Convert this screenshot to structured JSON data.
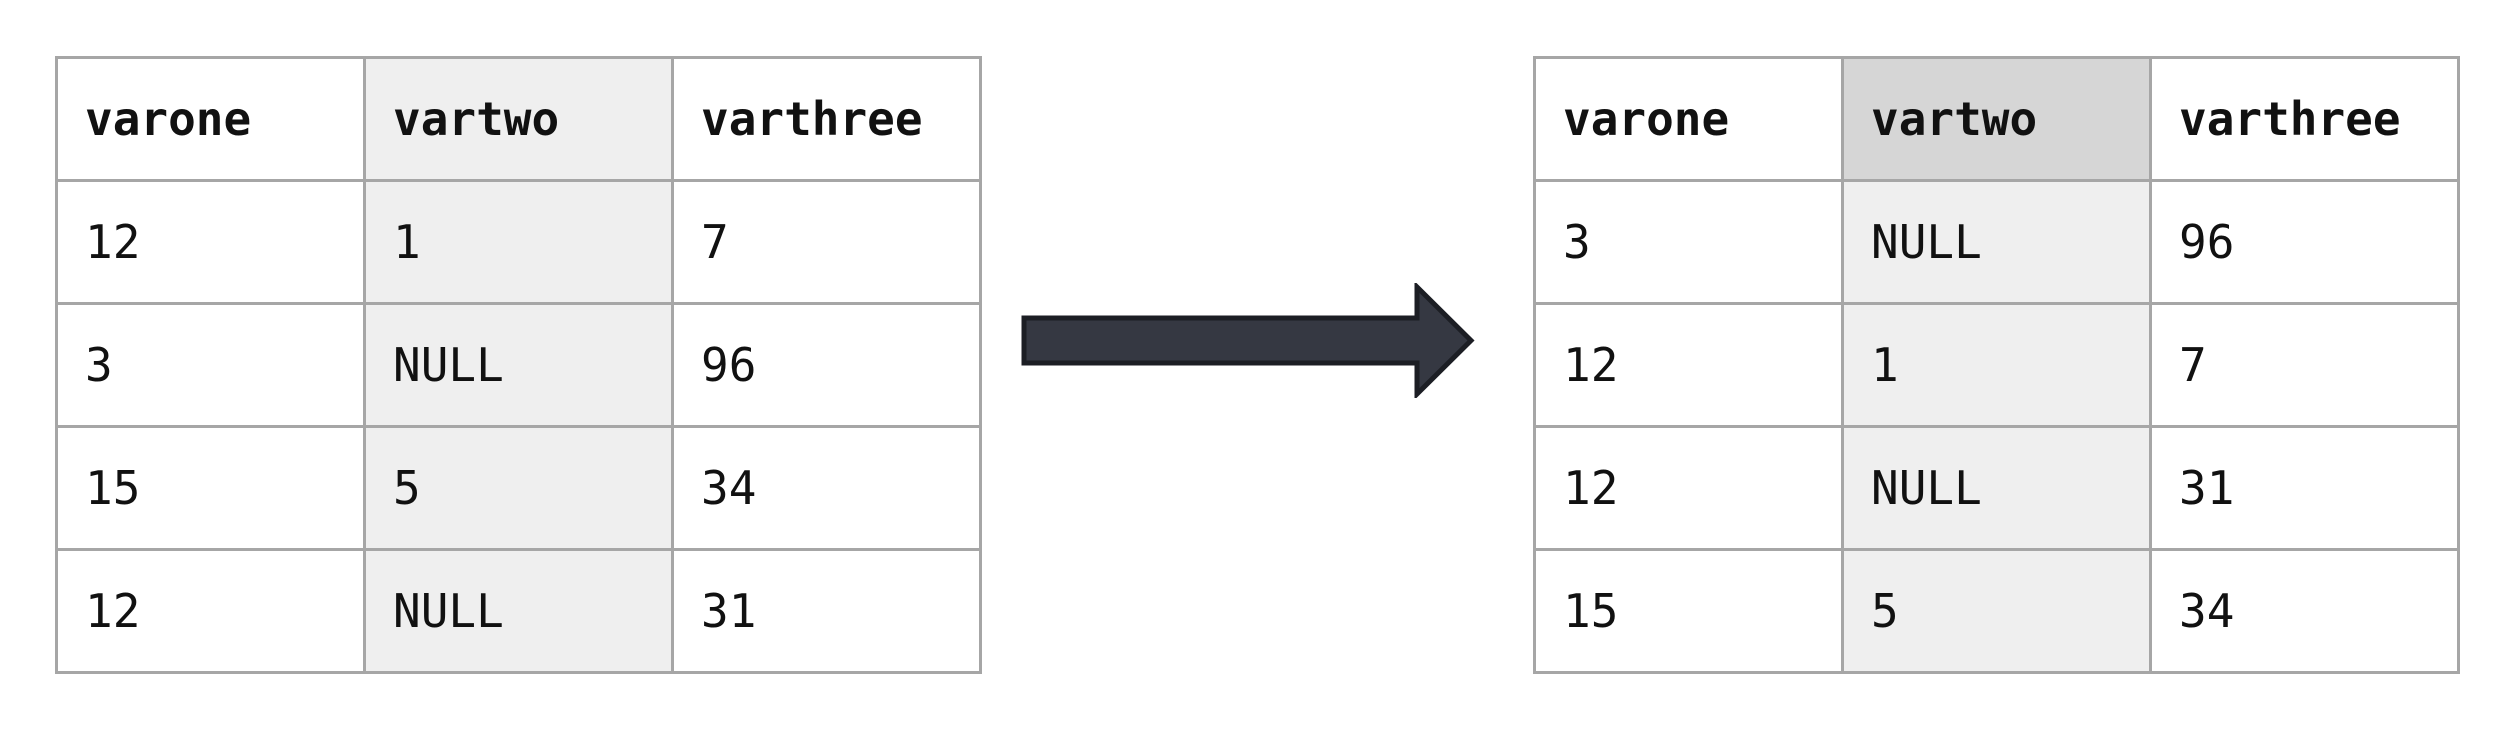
{
  "before": {
    "columns": [
      "varone",
      "vartwo",
      "varthree"
    ],
    "rows": [
      [
        "12",
        "1",
        "7"
      ],
      [
        "3",
        "NULL",
        "96"
      ],
      [
        "15",
        "5",
        "34"
      ],
      [
        "12",
        "NULL",
        "31"
      ]
    ]
  },
  "after": {
    "columns": [
      "varone",
      "vartwo",
      "varthree"
    ],
    "rows": [
      [
        "3",
        "NULL",
        "96"
      ],
      [
        "12",
        "1",
        "7"
      ],
      [
        "12",
        "NULL",
        "31"
      ],
      [
        "15",
        "5",
        "34"
      ]
    ]
  },
  "colors": {
    "highlight_column": "#efefef",
    "highlight_header": "#d6d6d6",
    "border": "#a6a6a6",
    "arrow_fill": "#353842",
    "arrow_stroke": "#1c1e24"
  },
  "icons": {
    "arrow": "right-arrow-icon"
  }
}
